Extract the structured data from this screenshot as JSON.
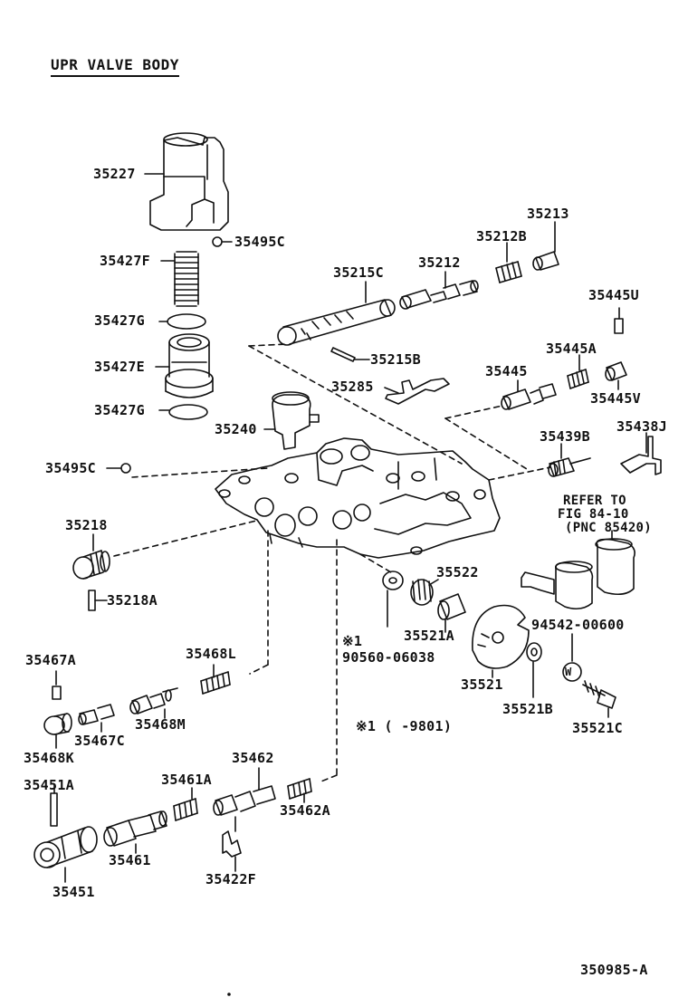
{
  "title": "UPR VALVE BODY",
  "parts": {
    "p35227": "35227",
    "p35495C_a": "35495C",
    "p35427F": "35427F",
    "p35427G_a": "35427G",
    "p35427E": "35427E",
    "p35427G_b": "35427G",
    "p35240": "35240",
    "p35495C_b": "35495C",
    "p35218": "35218",
    "p35218A": "35218A",
    "p35215C": "35215C",
    "p35212": "35212",
    "p35212B": "35212B",
    "p35213": "35213",
    "p35215B": "35215B",
    "p35285": "35285",
    "p35445U": "35445U",
    "p35445A": "35445A",
    "p35445": "35445",
    "p35445V": "35445V",
    "p35439B": "35439B",
    "p35438J": "35438J",
    "p35522": "35522",
    "p35521A": "35521A",
    "p35521": "35521",
    "p35521B": "35521B",
    "p35521C": "35521C",
    "p94542": "94542-00600",
    "p90560": "90560-06038",
    "p35467A": "35467A",
    "p35468L": "35468L",
    "p35468M": "35468M",
    "p35468K": "35468K",
    "p35467C": "35467C",
    "p35451A": "35451A",
    "p35461A": "35461A",
    "p35462": "35462",
    "p35462A": "35462A",
    "p35461": "35461",
    "p35451": "35451",
    "p35422F": "35422F"
  },
  "notes": {
    "mark1": "※1",
    "mark1_range": "※1 (      -9801)",
    "refer_line1": "REFER TO",
    "refer_line2": "FIG 84-10",
    "refer_line3": "(PNC 85420)",
    "w_mark": "W"
  },
  "figure_id": "350985-A"
}
